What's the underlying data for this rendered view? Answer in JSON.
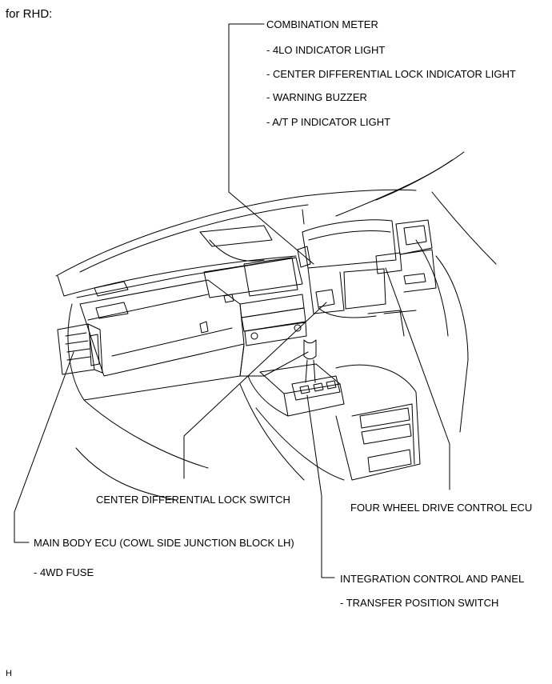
{
  "header": {
    "title": "for RHD:"
  },
  "labels": {
    "combination_meter": "COMBINATION METER",
    "indicator_4lo": "- 4LO INDICATOR LIGHT",
    "center_diff_indicator": "- CENTER DIFFERENTIAL LOCK INDICATOR LIGHT",
    "warning_buzzer": "- WARNING BUZZER",
    "at_p_indicator": "- A/T P INDICATOR LIGHT",
    "center_diff_switch": "CENTER DIFFERENTIAL LOCK SWITCH",
    "four_wheel_ecu": "FOUR WHEEL DRIVE CONTROL ECU",
    "main_body_ecu": "MAIN BODY ECU (COWL SIDE JUNCTION BLOCK LH)",
    "fuse_4wd": "- 4WD FUSE",
    "integration_panel": "INTEGRATION CONTROL AND PANEL",
    "transfer_switch": "- TRANSFER POSITION SWITCH"
  },
  "footer": {
    "mark": "H"
  }
}
